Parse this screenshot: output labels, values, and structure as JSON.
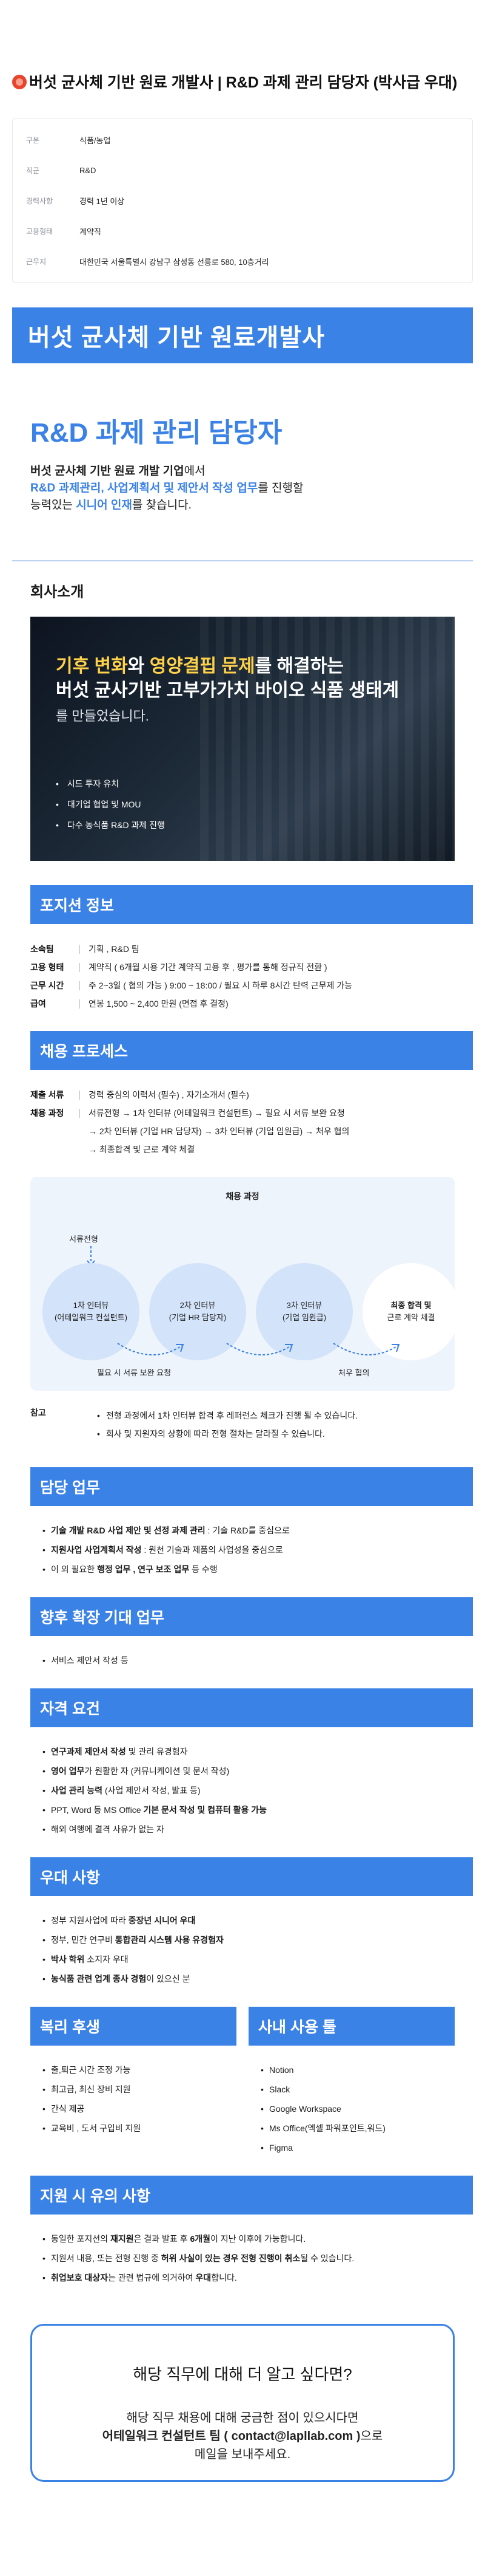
{
  "header": {
    "title": "버섯 균사체 기반 원료 개발사 | R&D 과제 관리 담당자 (박사급 우대)"
  },
  "summary": [
    {
      "label": "구분",
      "value": "식품/농업"
    },
    {
      "label": "직군",
      "value": "R&D"
    },
    {
      "label": "경력사항",
      "value": "경력 1년 이상"
    },
    {
      "label": "고용형태",
      "value": "계약직"
    },
    {
      "label": "근무지",
      "value": "대한민국 서울특별시 강남구 삼성동 선릉로 580, 10층거리"
    }
  ],
  "hero": {
    "banner": "버섯 균사체 기반 원료개발사",
    "role_title": "R&D 과제 관리 담당자",
    "intro_1": "버섯 균사체 기반 원료 개발 기업",
    "intro_2": "에서",
    "intro_3": "R&D 과제관리, 사업계획서 및 제안서 작성 업무",
    "intro_4": "를 진행할",
    "intro_5": "능력있는 ",
    "intro_6": "시니어 인재",
    "intro_7": "를 찾습니다."
  },
  "company": {
    "title": "회사소개",
    "line_a1": "기후 변화",
    "line_a2": "와 ",
    "line_a3": "영양결핍 문제",
    "line_a4": "를 해결하는",
    "line_b": "버섯 균사기반 고부가가치 바이오 식품 생태계",
    "line_c": "를 만들었습니다.",
    "points": [
      "시드 투자 유치",
      "대기업 협업 및 MOU",
      "다수 농식품 R&D 과제 진행"
    ]
  },
  "position": {
    "title": "포지션 정보",
    "rows": [
      {
        "k": "소속팀",
        "v": "기획 , R&D 팀"
      },
      {
        "k": "고용 형태",
        "v": "계약직 ( 6개월 시용 기간 계약직 고용 후 , 평가를 통해 정규직 전환 )"
      },
      {
        "k": "근무 시간",
        "v": "주 2~3일 ( 협의 가능 ) 9:00 ~ 18:00 / 필요 시 하루 8시간 탄력 근무제 가능"
      },
      {
        "k": "급여",
        "v": "연봉 1,500 ~ 2,400 만원 (면접 후 결정)"
      }
    ]
  },
  "process": {
    "title": "채용 프로세스",
    "rows": [
      {
        "k": "제출 서류",
        "v": "경력 중심의 이력서 (필수) , 자기소개서 (필수)"
      },
      {
        "k": "채용 과정",
        "v": "서류전형 → 1차 인터뷰 (어테일워크 컨설턴트) → 필요 시 서류 보완 요청"
      },
      {
        "k": "",
        "v": "→ 2차 인터뷰 (기업 HR 담당자) → 3차 인터뷰 (기업 임원급) → 처우 협의"
      },
      {
        "k": "",
        "v": "→ 최종합격 및 근로 계약 체결"
      }
    ],
    "diagram_title": "채용 과정",
    "start_tag": "서류전형",
    "steps": [
      {
        "l1": "1차 인터뷰",
        "l2": "(어테일워크 컨설턴트)"
      },
      {
        "l1": "2차 인터뷰",
        "l2": "(기업 HR 담당자)"
      },
      {
        "l1": "3차 인터뷰",
        "l2": "(기업 임원급)"
      },
      {
        "l1": "최종 합격 및",
        "l2": "근로 계약 체결"
      }
    ],
    "between": [
      "필요 시 서류 보완 요청",
      "처우 협의"
    ],
    "note_k": "참고",
    "notes": [
      "전형 과정에서 1차 인터뷰 합격 후 레퍼런스 체크가 진행 될 수 있습니다.",
      "회사 및 지원자의 상황에 따라 전형 절차는 달라질 수 있습니다."
    ]
  },
  "duties": {
    "title": "담당 업무",
    "items": [
      {
        "b": "기술 개발 R&D 사업 제안 및 선정 과제 관리",
        "t": " : 기술 R&D를 중심으로"
      },
      {
        "b": "지원사업 사업계획서 작성",
        "t": " : 원천 기술과 제품의 사업성을 중심으로"
      },
      {
        "b": "",
        "t": "이 외 필요한 ",
        "b2": "행정 업무 , 연구 보조 업무",
        "t2": " 등 수행"
      }
    ]
  },
  "future": {
    "title": "향후 확장 기대 업무",
    "items": [
      "서비스 제안서 작성 등"
    ]
  },
  "qualify": {
    "title": "자격 요건",
    "items": [
      {
        "b": "연구과제 제안서 작성",
        "t": " 및 관리 유경험자"
      },
      {
        "b": "영어 업무",
        "t": "가 원활한 자 (커뮤니케이션 및 문서 작성)"
      },
      {
        "b": "사업 관리 능력",
        "t": " (사업 제안서 작성, 발표 등)"
      },
      {
        "b": "",
        "t": "PPT, Word 등 MS Office ",
        "b2": "기본 문서 작성 및 컴퓨터 활용 가능"
      },
      {
        "b": "",
        "t": "해외 여행에 결격 사유가 없는 자"
      }
    ]
  },
  "prefer": {
    "title": "우대 사항",
    "items": [
      {
        "t": "정부 지원사업에 따라 ",
        "b": "중장년 시니어 우대"
      },
      {
        "t": "정부, 민간 연구비 ",
        "b": "통합관리 시스템 사용 유경험자"
      },
      {
        "b": "박사 학위",
        "t": " 소지자 우대"
      },
      {
        "b": "농식품 관련 업계 종사 경험",
        "t": "이 있으신 분"
      }
    ]
  },
  "welfare": {
    "title": "복리 후생",
    "items": [
      "출,퇴근 시간 조정 가능",
      "최고급, 최신 장비 지원",
      "간식 제공",
      "교육비 , 도서 구입비 지원"
    ]
  },
  "tools": {
    "title": "사내 사용 툴",
    "items": [
      "Notion",
      "Slack",
      "Google Workspace",
      "Ms Office(엑셀 파워포인트,워드)",
      "Figma"
    ]
  },
  "apply": {
    "title": "지원 시 유의 사항",
    "items": [
      {
        "t": "동일한 포지션의 ",
        "b": "재지원",
        "t2": "은 결과 발표 후 ",
        "b2": "6개월",
        "t3": "이 지난 이후에 가능합니다."
      },
      {
        "t": "지원서 내용, 또는 전형 진행 중 ",
        "b": "허위 사실이 있는 경우 전형 진행이 취소",
        "t2": "될 수 있습니다.",
        "b2": "",
        "t3": ""
      },
      {
        "b": "취업보호 대상자",
        "t": "는 관련 법규에 의거하여 ",
        "b2": "우대",
        "t2": "합니다.",
        "t3": ""
      }
    ]
  },
  "contact": {
    "title": "해당 직무에 대해 더 알고 싶다면?",
    "line1": "해당 직무 채용에 대해 궁금한 점이 있으시다면",
    "line2_b": "어테일워크 컨설턴트 팀 ( contact@lapllab.com )",
    "line2_t": "으로",
    "line3": "메일을 보내주세요."
  }
}
